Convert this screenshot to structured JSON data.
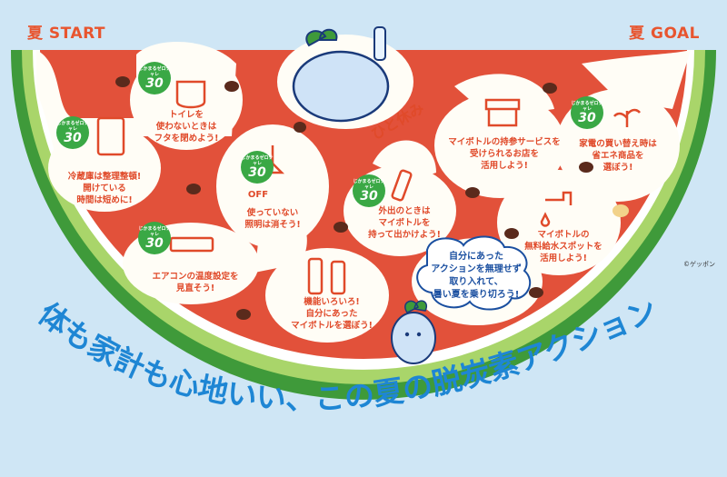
{
  "start_label": "夏 START",
  "goal_label": "夏 GOAL",
  "badge": {
    "small": "じかまる\nゼロチャレ",
    "number": "30"
  },
  "steps": [
    {
      "text": "冷蔵庫は整理整頓!\n開けている\n時間は短めに!"
    },
    {
      "text": "トイレを\n使わないときは\nフタを閉めよう!"
    },
    {
      "text": "使っていない\n照明は消そう!",
      "sign": "OFF"
    },
    {
      "text": "エアコンの温度設定を\n見直そう!"
    },
    {
      "text": "機能いろいろ!\n自分にあった\nマイボトルを選ぼう!"
    },
    {
      "text": "外出のときは\nマイボトルを\n持って出かけよう!"
    },
    {
      "text": "マイボトルの持参サービスを\n受けられるお店を\n活用しよう!"
    },
    {
      "text": "マイボトルの\n無料給水スポットを\n活用しよう!"
    },
    {
      "text": "家電の買い替え時は\n省エネ商品を\n選ぼう!"
    }
  ],
  "rest_label": "ひと休み",
  "bubble_text": "自分にあった\nアクションを無理せず\n取り入れて、\n暑い夏を乗り切ろう!",
  "credit": "©ゲッポン",
  "title": "体も家計も心地いい、この夏の脱炭素アクション",
  "colors": {
    "flesh": "#e2513a",
    "rind": "#3f9a3a",
    "rind_light": "#a9d56a",
    "white": "#fffdf6",
    "seed": "#5a2a1c",
    "title": "#1e86d4"
  }
}
